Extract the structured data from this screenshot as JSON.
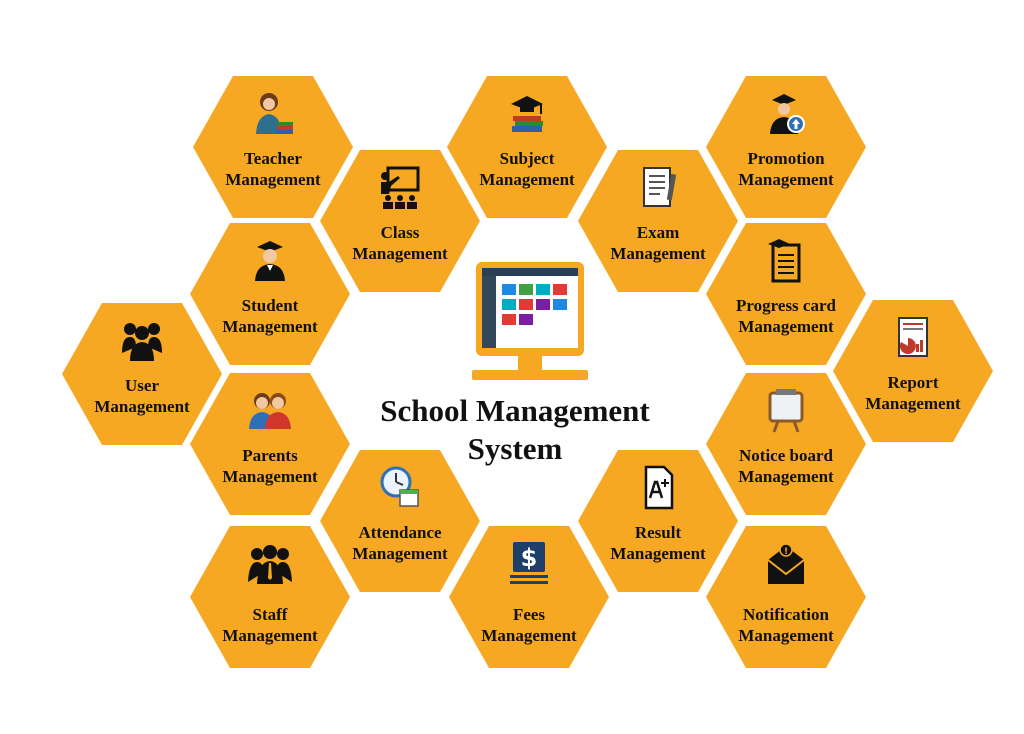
{
  "title": "School Management System",
  "colors": {
    "hex_fill": "#f6a823",
    "icon": "#111111"
  },
  "modules": [
    {
      "id": "teacher",
      "label": [
        "Teacher",
        "Management"
      ],
      "icon": "teacher-icon"
    },
    {
      "id": "class",
      "label": [
        "Class",
        "Management"
      ],
      "icon": "class-icon"
    },
    {
      "id": "subject",
      "label": [
        "Subject",
        "Management"
      ],
      "icon": "subject-icon"
    },
    {
      "id": "exam",
      "label": [
        "Exam",
        "Management"
      ],
      "icon": "exam-icon"
    },
    {
      "id": "promotion",
      "label": [
        "Promotion",
        "Management"
      ],
      "icon": "promotion-icon"
    },
    {
      "id": "student",
      "label": [
        "Student",
        "Management"
      ],
      "icon": "student-icon"
    },
    {
      "id": "progress",
      "label": [
        "Progress card",
        "Management"
      ],
      "icon": "progress-card-icon"
    },
    {
      "id": "user",
      "label": [
        "User",
        "Management"
      ],
      "icon": "user-group-icon"
    },
    {
      "id": "report",
      "label": [
        "Report",
        "Management"
      ],
      "icon": "report-icon"
    },
    {
      "id": "parents",
      "label": [
        "Parents",
        "Management"
      ],
      "icon": "parents-icon"
    },
    {
      "id": "notice",
      "label": [
        "Notice board",
        "Management"
      ],
      "icon": "notice-board-icon"
    },
    {
      "id": "attendance",
      "label": [
        "Attendance",
        "Management"
      ],
      "icon": "attendance-icon"
    },
    {
      "id": "result",
      "label": [
        "Result",
        "Management"
      ],
      "icon": "result-icon"
    },
    {
      "id": "staff",
      "label": [
        "Staff",
        "Management"
      ],
      "icon": "staff-icon"
    },
    {
      "id": "fees",
      "label": [
        "Fees",
        "Management"
      ],
      "icon": "fees-icon"
    },
    {
      "id": "notification",
      "label": [
        "Notification",
        "Management"
      ],
      "icon": "notification-icon"
    }
  ]
}
